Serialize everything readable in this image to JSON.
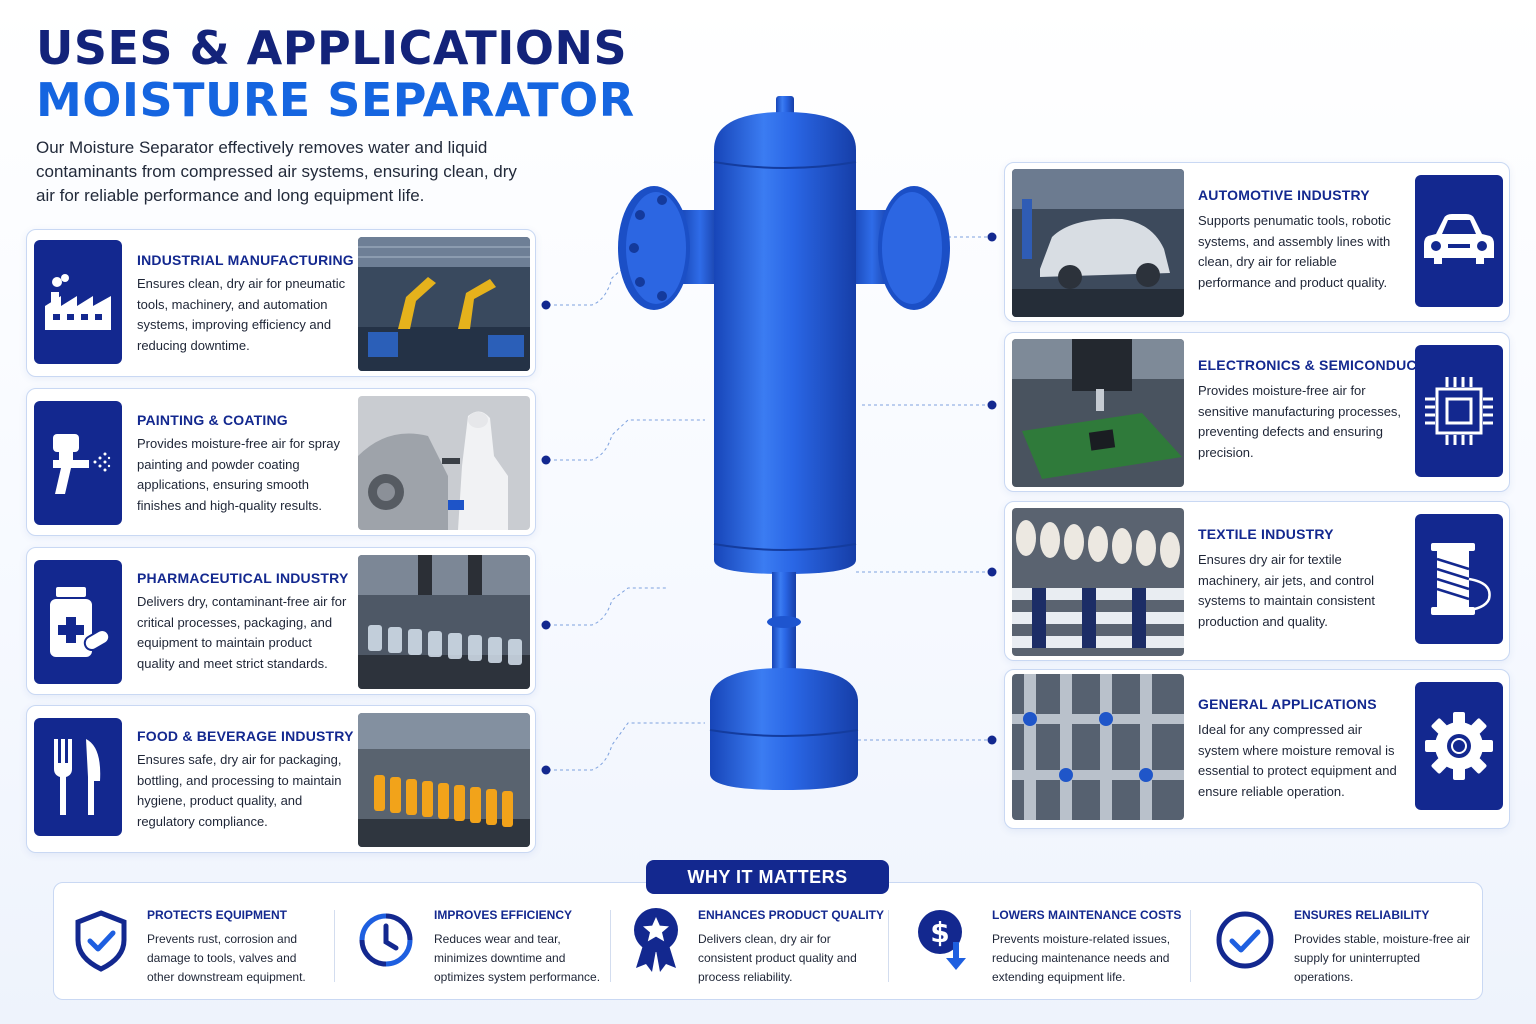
{
  "header": {
    "title_line1": "USES & APPLICATIONS",
    "title_line2": "MOISTURE SEPARATOR",
    "intro": "Our Moisture Separator effectively removes water and liquid contaminants from compressed air systems, ensuring clean, dry air for reliable performance and long equipment life."
  },
  "left_cards": [
    {
      "title": "INDUSTRIAL MANUFACTURING",
      "text": "Ensures clean, dry air for pneumatic tools, machinery, and automation systems, improving efficiency and reducing downtime.",
      "icon": "factory-icon"
    },
    {
      "title": "PAINTING & COATING",
      "text": "Provides moisture-free air for spray painting and powder coating applications, ensuring smooth finishes and high-quality results.",
      "icon": "spray-gun-icon"
    },
    {
      "title": "PHARMACEUTICAL INDUSTRY",
      "text": "Delivers dry, contaminant-free air for critical processes, packaging, and equipment to maintain product quality and meet strict standards.",
      "icon": "medicine-bottle-icon"
    },
    {
      "title": "FOOD & BEVERAGE INDUSTRY",
      "text": "Ensures safe, dry air for packaging, bottling, and processing to maintain hygiene, product quality, and regulatory compliance.",
      "icon": "fork-knife-icon"
    }
  ],
  "right_cards": [
    {
      "title": "AUTOMOTIVE INDUSTRY",
      "text": "Supports penumatic tools, robotic systems, and assembly lines with clean, dry air for reliable performance and product quality.",
      "icon": "car-icon"
    },
    {
      "title": "ELECTRONICS & SEMICONDUCTOR",
      "text": "Provides moisture-free air for sensitive manufacturing processes, preventing defects and ensuring precision.",
      "icon": "chip-icon"
    },
    {
      "title": "TEXTILE INDUSTRY",
      "text": "Ensures dry air for textile machinery, air jets, and control systems to maintain consistent production and quality.",
      "icon": "thread-spool-icon"
    },
    {
      "title": "GENERAL APPLICATIONS",
      "text": "Ideal for any compressed air system where moisture removal is essential to protect equipment and ensure reliable operation.",
      "icon": "gear-icon"
    }
  ],
  "why": {
    "label": "WHY IT MATTERS",
    "items": [
      {
        "title": "PROTECTS EQUIPMENT",
        "text": "Prevents rust, corrosion and damage to tools, valves and other downstream equipment.",
        "icon": "shield-check-icon"
      },
      {
        "title": "IMPROVES EFFICIENCY",
        "text": "Reduces wear and tear, minimizes downtime and optimizes system performance.",
        "icon": "cycle-clock-icon"
      },
      {
        "title": "ENHANCES PRODUCT QUALITY",
        "text": "Delivers clean, dry air for consistent product quality and process reliability.",
        "icon": "award-ribbon-icon"
      },
      {
        "title": "LOWERS MAINTENANCE COSTS",
        "text": "Prevents moisture-related issues, reducing maintenance needs and extending equipment life.",
        "icon": "dollar-down-icon"
      },
      {
        "title": "ENSURES RELIABILITY",
        "text": "Provides stable, moisture-free air supply for uninterrupted operations.",
        "icon": "check-circle-icon"
      }
    ]
  },
  "colors": {
    "navy": "#13288f",
    "blue": "#1565e0",
    "tank": "#1f5fe0"
  }
}
